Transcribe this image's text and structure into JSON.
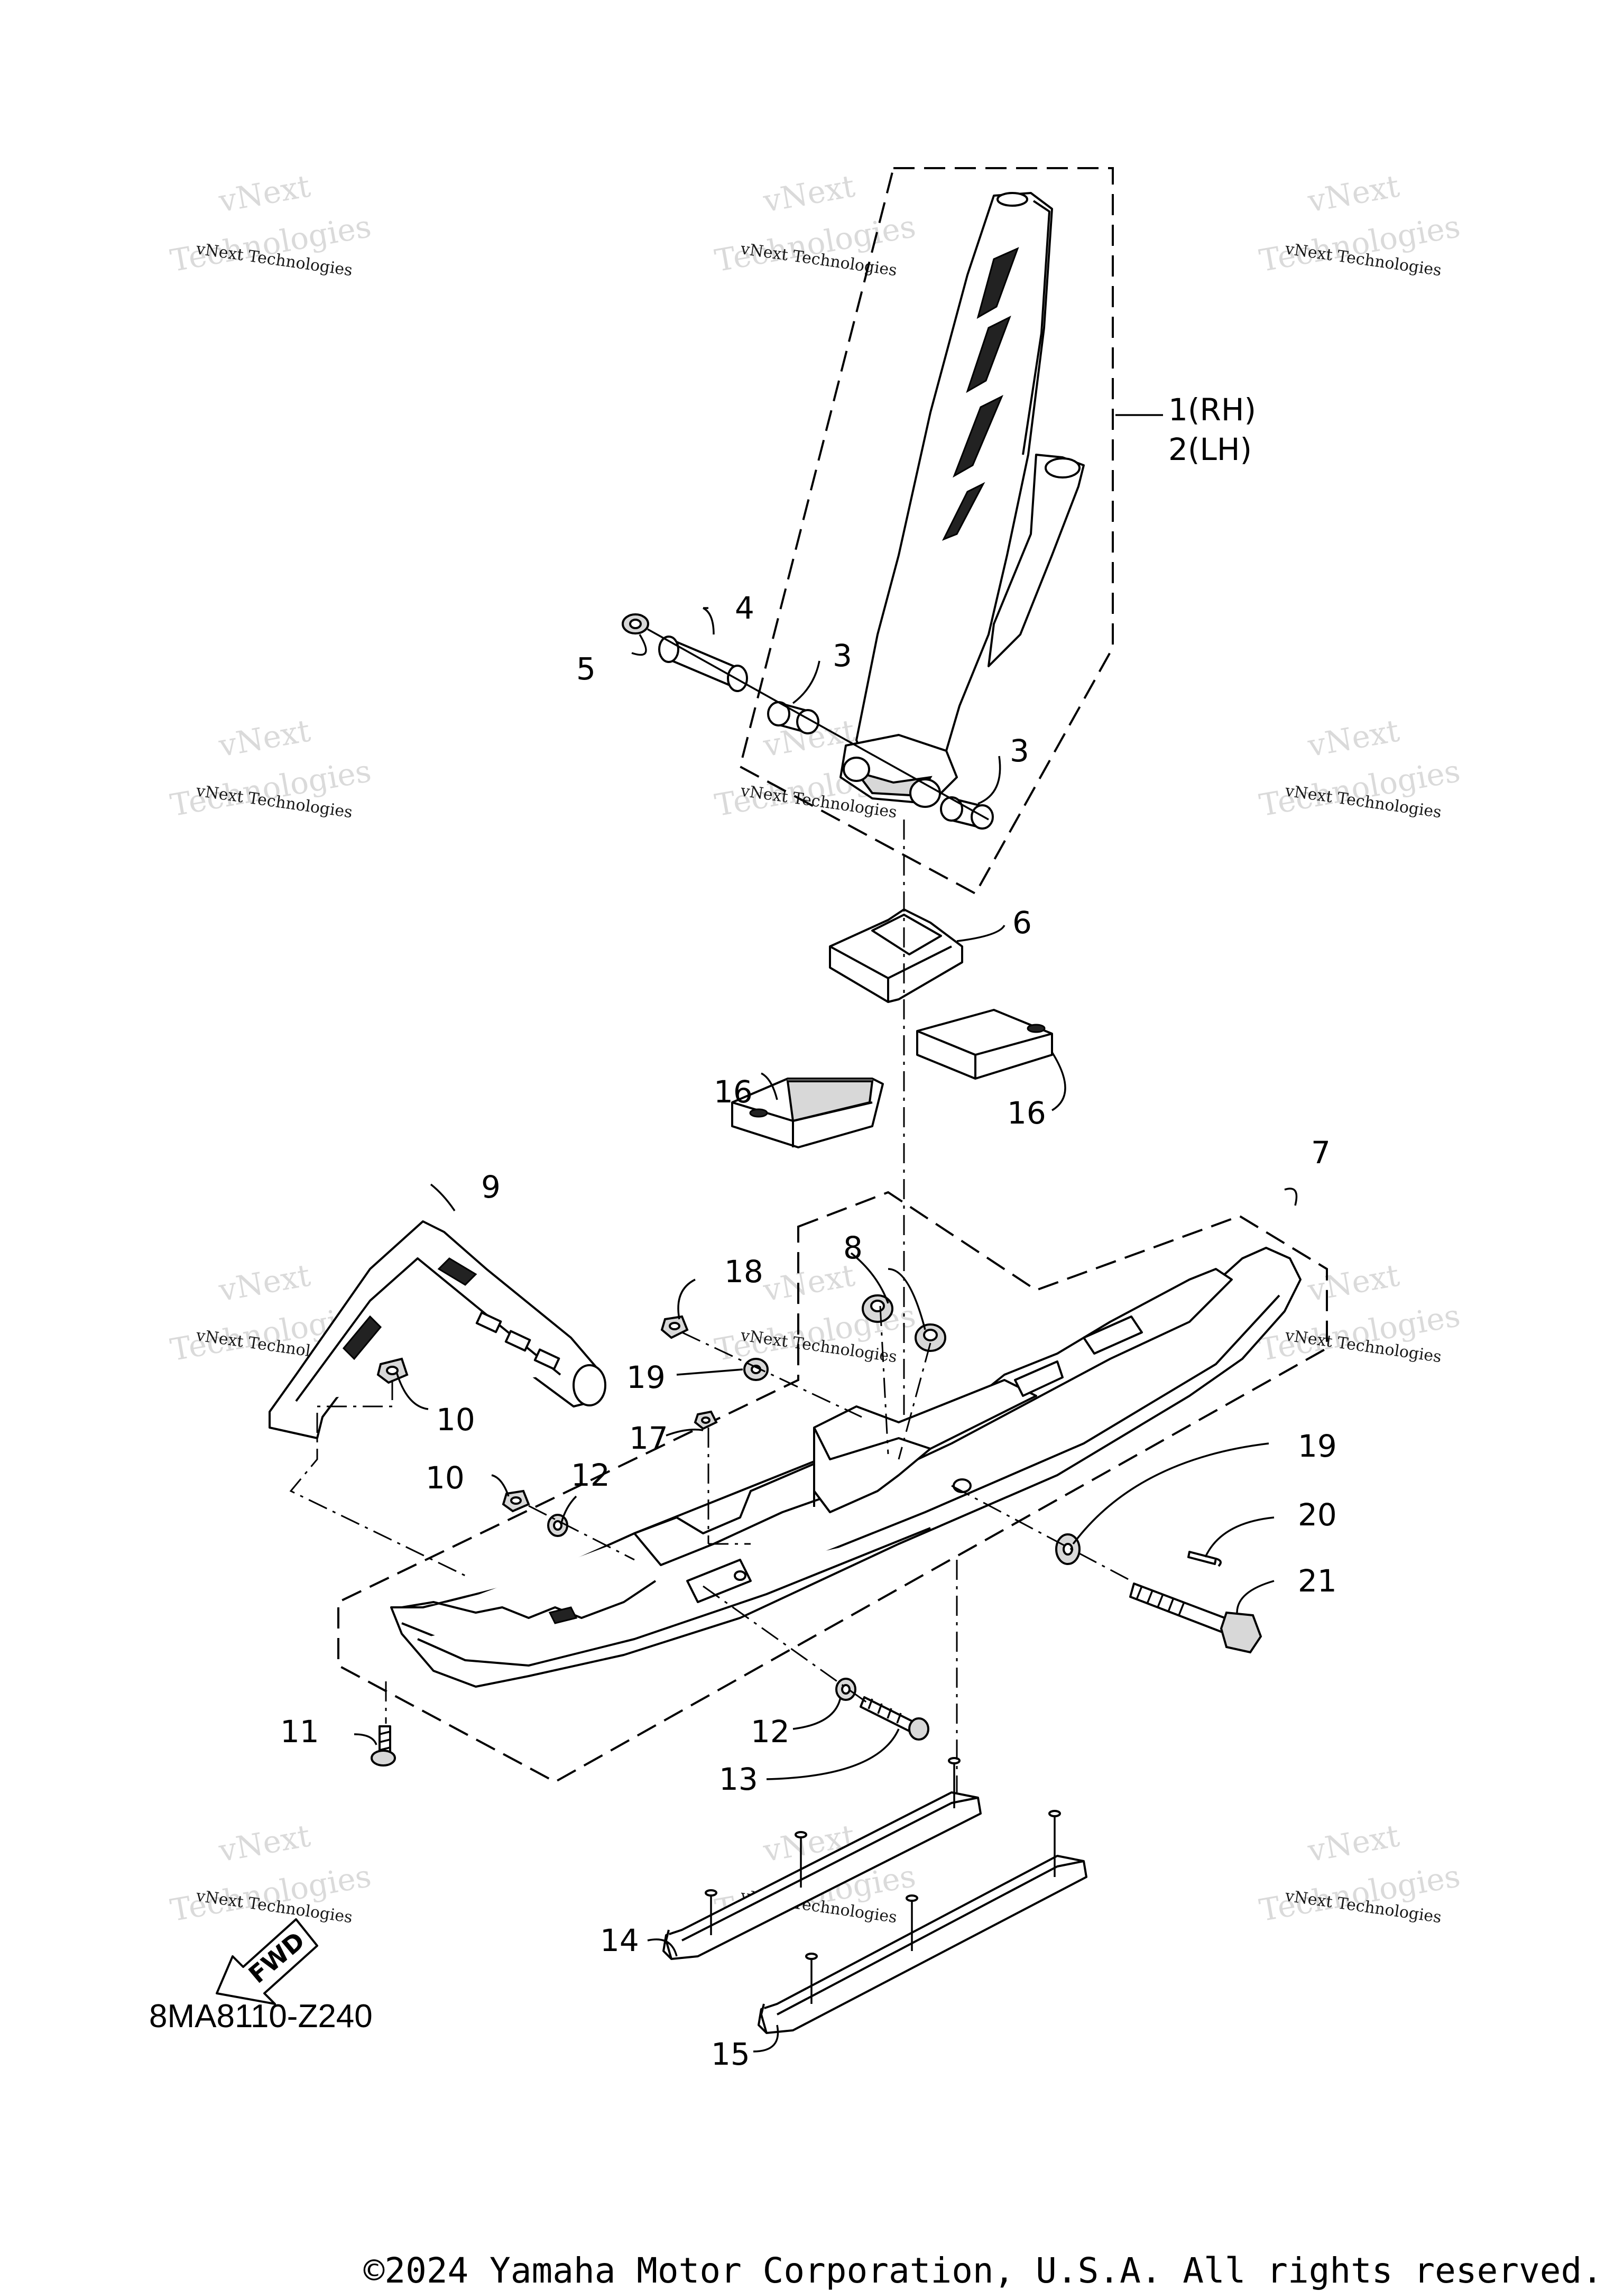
{
  "diagram": {
    "code": "8MA8110-Z240",
    "copyright": "©2024 Yamaha Motor Corporation, U.S.A. All rights reserved.",
    "watermark": {
      "line1": "vNext Technologies",
      "line2": "vNext",
      "line3": "Technologies"
    },
    "fwd_label": "FWD",
    "callouts": {
      "c1": "1(RH)",
      "c2": "2(LH)",
      "c3a": "3",
      "c3b": "3",
      "c4": "4",
      "c5": "5",
      "c6": "6",
      "c7": "7",
      "c8": "8",
      "c9": "9",
      "c10a": "10",
      "c10b": "10",
      "c11": "11",
      "c12a": "12",
      "c12b": "12",
      "c13": "13",
      "c14": "14",
      "c15": "15",
      "c16a": "16",
      "c16b": "16",
      "c17": "17",
      "c18": "18",
      "c19a": "19",
      "c19b": "19",
      "c20": "20",
      "c21": "21"
    }
  }
}
